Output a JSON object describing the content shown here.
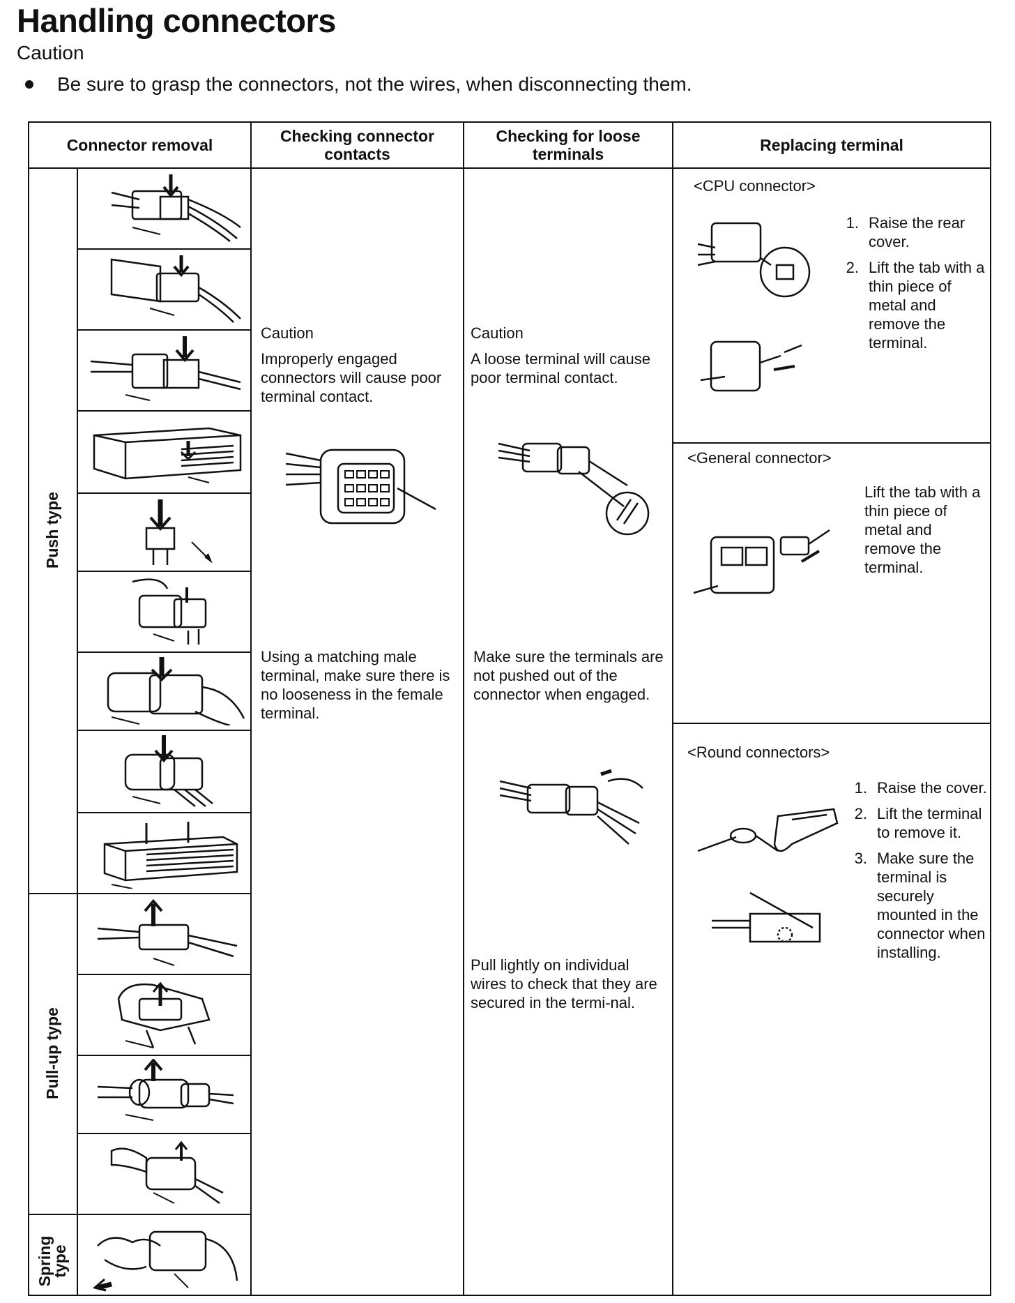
{
  "page": {
    "title": "Handling connectors",
    "caution_label": "Caution",
    "caution_bullet": "Be sure to grasp the connectors, not the wires, when disconnecting them."
  },
  "table": {
    "headers": {
      "connector_removal": "Connector removal",
      "checking_contacts": "Checking connector contacts",
      "checking_loose": "Checking for loose terminals",
      "replacing_terminal": "Replacing terminal"
    },
    "groups": {
      "push": "Push type",
      "pullup": "Pull-up type",
      "spring": "Spring type"
    },
    "checking_contacts": {
      "caution": "Caution",
      "caution_text": "Improperly engaged connectors will cause poor terminal contact.",
      "note": "Using a matching male terminal, make sure there is no looseness in the female terminal."
    },
    "checking_loose": {
      "caution": "Caution",
      "caution_text": "A loose terminal will cause poor terminal contact.",
      "note1": "Make sure the terminals are not pushed out of the connector when engaged.",
      "note2": "Pull lightly on individual wires to check that they are secured in the termi-nal."
    },
    "replacing": {
      "cpu": {
        "label": "<CPU  connector>",
        "steps": [
          "Raise the rear cover.",
          "Lift the tab with a thin piece of metal and remove the terminal."
        ]
      },
      "general": {
        "label": "<General connector>",
        "text": "Lift the tab with a thin piece of metal and remove the terminal."
      },
      "round": {
        "label": "<Round connectors>",
        "steps": [
          "Raise the cover.",
          "Lift the terminal to remove it.",
          "Make sure the terminal is securely mounted in the connector when installing."
        ]
      }
    }
  }
}
